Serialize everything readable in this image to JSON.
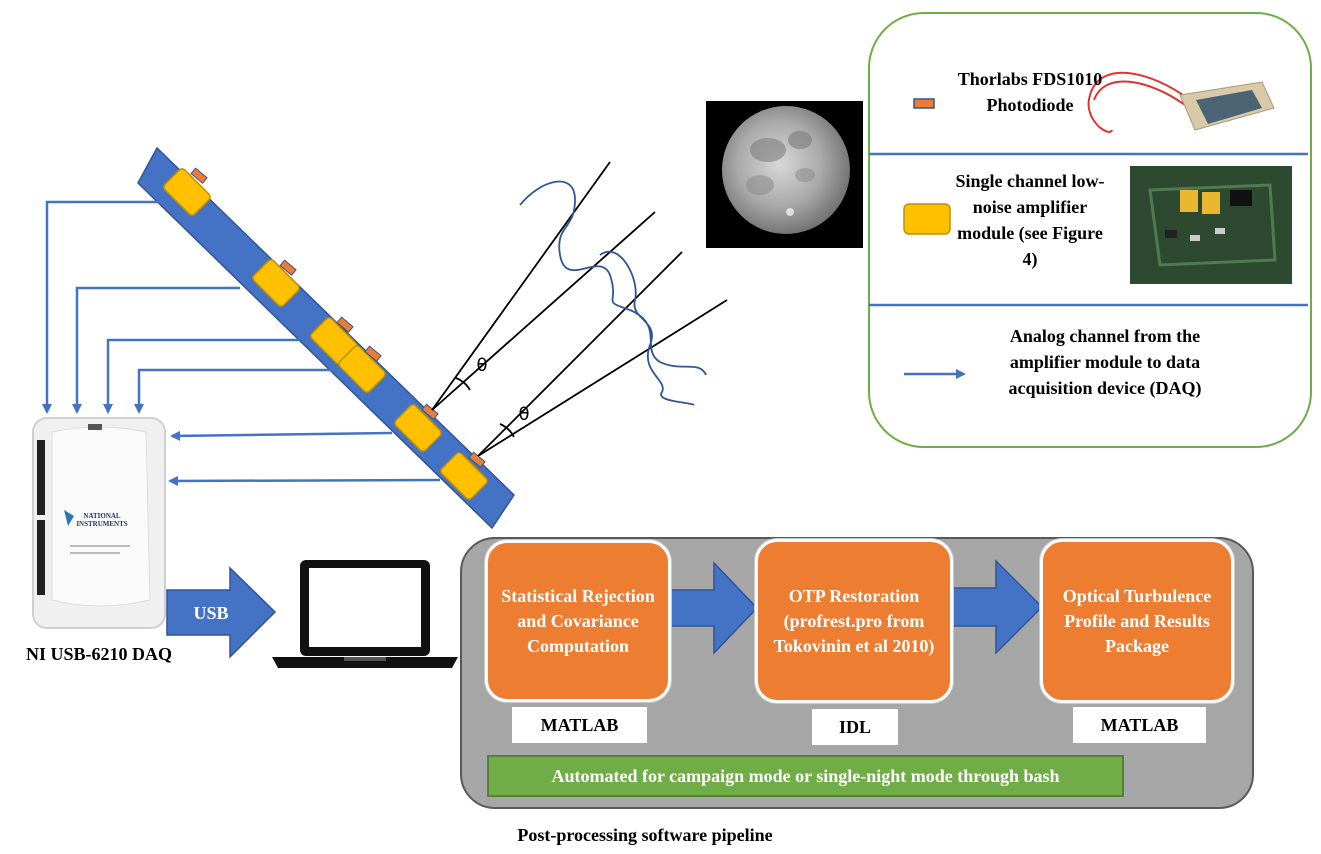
{
  "legend": {
    "photodiode_label": "Thorlabs FDS1010 Photodiode",
    "amplifier_label": "Single channel low-noise amplifier module (see Figure 4)",
    "channel_label": "Analog channel from the amplifier module to data acquisition device (DAQ)"
  },
  "instrument": {
    "theta_1": "θ",
    "theta_2": "θ"
  },
  "daq": {
    "brand_text": "NATIONAL INSTRUMENTS",
    "label": "NI USB-6210 DAQ",
    "usb_label": "USB"
  },
  "pipeline": {
    "steps": [
      {
        "text": "Statistical Rejection and Covariance Computation",
        "tool": "MATLAB"
      },
      {
        "text": "OTP Restoration (profrest.pro from Tokovinin et al 2010)",
        "tool": "IDL"
      },
      {
        "text": "Optical Turbulence Profile and Results Package",
        "tool": "MATLAB"
      }
    ],
    "automation": "Automated for campaign mode or single-night mode through bash",
    "caption": "Post-processing software pipeline"
  },
  "colors": {
    "bar_blue": "#4472c4",
    "amplifier_yellow": "#ffc000",
    "photodiode_orange": "#ed7d31",
    "legend_border_green": "#70ad47",
    "pipeline_gray": "#a6a6a6"
  }
}
